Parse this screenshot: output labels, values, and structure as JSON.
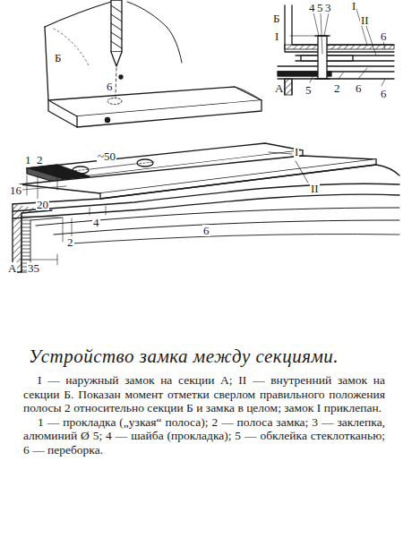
{
  "diagram": {
    "title": "Устройство замка между секциями.",
    "caption": "I — наружный замок на секции А; II — внутренний замок на секции Б. Показан момент отметки сверлом правильного положения полосы 2 относительно секции Б и замка в целом; замок I приклепан.",
    "labels": [
      "Б",
      "6",
      "I",
      "II",
      "1",
      "2",
      "16",
      "20",
      "~50",
      "4",
      "2",
      "6",
      "35",
      "А",
      "Б",
      "4",
      "5",
      "3",
      "I",
      "II",
      "I",
      "6",
      "А",
      "5",
      "2",
      "6",
      "6",
      "1 — прокладка („узкая“ полоса); 2 — полоса замка; 3 — заклепка, алюминий Ø 5; 4 — шайба (прокладка); 5 — обклейка стеклотканью; 6 — переборка."
    ]
  }
}
